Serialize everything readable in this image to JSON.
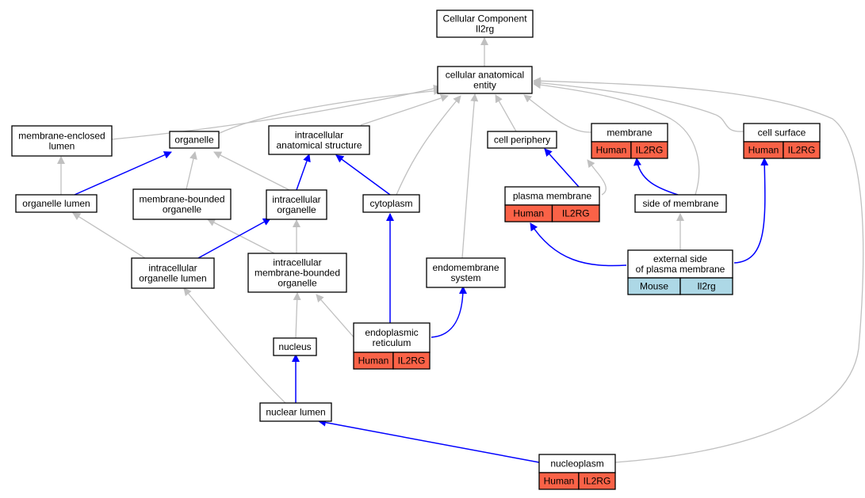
{
  "colors": {
    "human_cell": "#fa6247",
    "mouse_cell": "#add8e6",
    "blue_edge": "#0000ff",
    "gray_edge": "#c0c0c0"
  },
  "nodes": {
    "root": {
      "lines": [
        "Cellular Component",
        "Il2rg"
      ]
    },
    "cae": {
      "lines": [
        "cellular anatomical",
        "entity"
      ]
    },
    "mel": {
      "lines": [
        "membrane-enclosed",
        "lumen"
      ]
    },
    "org": {
      "lines": [
        "organelle"
      ]
    },
    "ias": {
      "lines": [
        "intracellular",
        "anatomical structure"
      ]
    },
    "cp": {
      "lines": [
        "cell periphery"
      ]
    },
    "mem": {
      "lines": [
        "membrane"
      ],
      "cells": [
        "Human",
        "IL2RG"
      ]
    },
    "cs": {
      "lines": [
        "cell surface"
      ],
      "cells": [
        "Human",
        "IL2RG"
      ]
    },
    "ol": {
      "lines": [
        "organelle lumen"
      ]
    },
    "mbo": {
      "lines": [
        "membrane-bounded",
        "organelle"
      ]
    },
    "io": {
      "lines": [
        "intracellular",
        "organelle"
      ]
    },
    "cyto": {
      "lines": [
        "cytoplasm"
      ]
    },
    "pm": {
      "lines": [
        "plasma membrane"
      ],
      "cells": [
        "Human",
        "IL2RG"
      ]
    },
    "som": {
      "lines": [
        "side of membrane"
      ]
    },
    "iol": {
      "lines": [
        "intracellular",
        "organelle lumen"
      ]
    },
    "imbo": {
      "lines": [
        "intracellular",
        "membrane-bounded",
        "organelle"
      ]
    },
    "es": {
      "lines": [
        "endomembrane",
        "system"
      ]
    },
    "espm": {
      "lines": [
        "external side",
        "of plasma membrane"
      ],
      "cells": [
        "Mouse",
        "Il2rg"
      ]
    },
    "nuc": {
      "lines": [
        "nucleus"
      ]
    },
    "er": {
      "lines": [
        "endoplasmic",
        "reticulum"
      ],
      "cells": [
        "Human",
        "IL2RG"
      ]
    },
    "nl": {
      "lines": [
        "nuclear lumen"
      ]
    },
    "np": {
      "lines": [
        "nucleoplasm"
      ],
      "cells": [
        "Human",
        "IL2RG"
      ]
    }
  }
}
